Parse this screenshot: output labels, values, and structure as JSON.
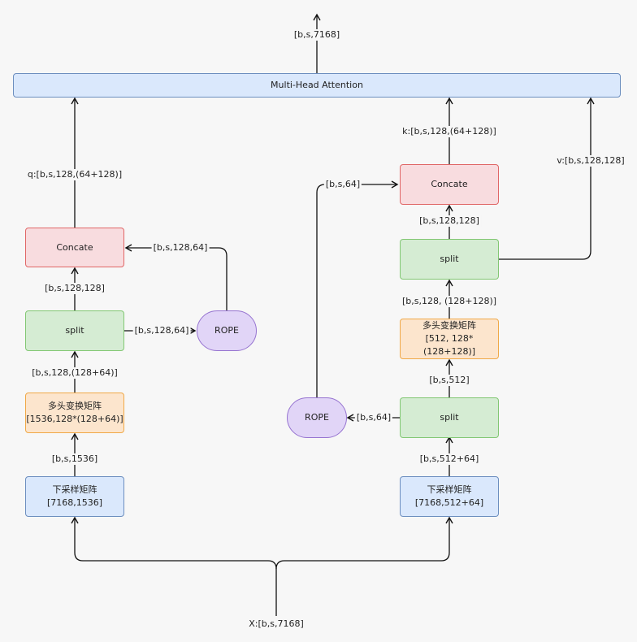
{
  "nodes": {
    "mha": "Multi-Head Attention",
    "left_concate": "Concate",
    "left_split": "split",
    "left_rope": "ROPE",
    "left_upmat_line1": "多头变换矩阵",
    "left_upmat_line2": "[1536,128*(128+64)]",
    "left_down": "下采样矩阵[7168,1536]",
    "right_concate": "Concate",
    "right_split_top": "split",
    "right_upmat_line1": "多头变换矩阵",
    "right_upmat_line2": "[512, 128*(128+128)]",
    "right_split_bottom": "split",
    "right_rope": "ROPE",
    "right_down_line1": "下采样矩阵",
    "right_down_line2": "[7168,512+64]"
  },
  "labels": {
    "output": "[b,s,7168]",
    "q": "q:[b,s,128,(64+128)]",
    "k": "k:[b,s,128,(64+128)]",
    "v": "v:[b,s,128,128]",
    "right_bs64_top": "[b,s,64]",
    "left_rope_out": "[b,s,128,64]",
    "left_split_out": "[b,s,128,128]",
    "left_split_to_rope": "[b,s,128,64]",
    "left_upmat_out": "[b,s,128,(128+64)]",
    "left_down_out": "[b,s,1536]",
    "right_split_top_out": "[b,s,128,128]",
    "right_upmat_out": "[b,s,128, (128+128)]",
    "right_split_bottom_out": "[b,s,512]",
    "right_to_rope": "[b,s,64]",
    "right_down_out": "[b,s,512+64]",
    "input": "X:[b,s,7168]"
  }
}
